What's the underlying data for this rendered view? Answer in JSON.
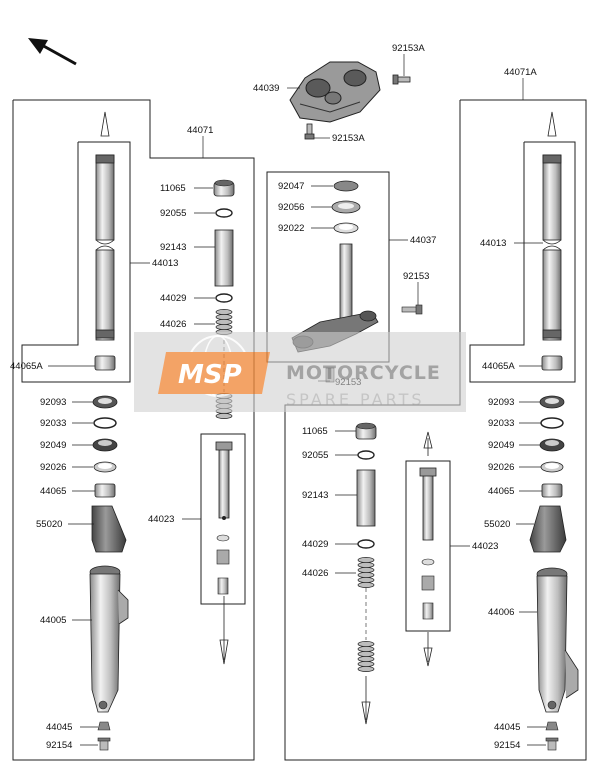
{
  "watermark": {
    "logo": "MSP",
    "title": "MOTORCYCLE",
    "subtitle": "SPARE PARTS",
    "accent": "#f08a3c",
    "band": "#cfcfcf"
  },
  "parts": {
    "p92153A_top": "92153A",
    "p44039": "44039",
    "p92153A_bottom": "92153A",
    "p44071": "44071",
    "p44071A": "44071A",
    "L11065": "11065",
    "L92055": "92055",
    "L92143": "92143",
    "L44029": "44029",
    "L44026": "44026",
    "L44013": "44013",
    "L44065A": "44065A",
    "L92093": "92093",
    "L92033": "92033",
    "L92049": "92049",
    "L92026": "92026",
    "L44065": "44065",
    "L55020": "55020",
    "L44023": "44023",
    "L44005": "44005",
    "L44045": "44045",
    "L92154": "92154",
    "C92047": "92047",
    "C92056": "92056",
    "C92022": "92022",
    "C44037": "44037",
    "C92153_a": "92153",
    "C92153_b": "92153",
    "R44013": "44013",
    "R44065A": "44065A",
    "R92093": "92093",
    "R92033": "92033",
    "R92049": "92049",
    "R92026": "92026",
    "R44065": "44065",
    "R55020": "55020",
    "R44006": "44006",
    "R44045": "44045",
    "R92154": "92154",
    "M11065": "11065",
    "M92055": "92055",
    "M92143": "92143",
    "M44029": "44029",
    "M44026": "44026",
    "M44023": "44023"
  }
}
